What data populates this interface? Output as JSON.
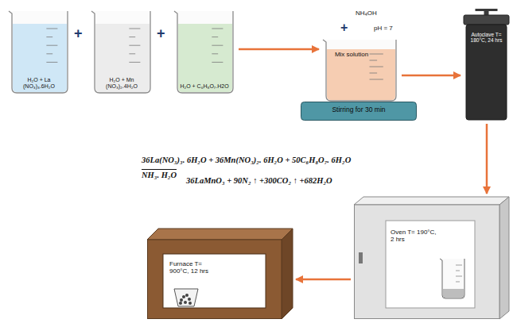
{
  "diagram": {
    "nodes": [
      {
        "text": [
          "H₂O + La (NO₃)₃.6H₂O"
        ]
      },
      {
        "text": [
          "H₂O + Mn (NO₃)₂.4H₂O"
        ]
      },
      {
        "text": [
          "H₂O + C₆H₈O₇.H2O"
        ]
      },
      {
        "text": [
          "Mix solution"
        ]
      },
      {
        "text": [
          "Stirring for 30 min"
        ]
      },
      {
        "text": [
          "Autoclave T= 180°C, 24 hrs"
        ]
      },
      {
        "text": [
          "Oven T= 190°C, 2 hrs"
        ]
      },
      {
        "text": [
          "Furnace T= 900°C, 12 hrs"
        ]
      }
    ],
    "edges": [
      {
        "from": 2,
        "to": 3,
        "arrow": "to"
      },
      {
        "from": 3,
        "to": 5,
        "arrow": "to"
      },
      {
        "from": 5,
        "to": 6,
        "arrow": "to"
      },
      {
        "from": 6,
        "to": 7,
        "arrow": "to"
      }
    ],
    "labels": [
      "+",
      "+",
      "NH₄OH",
      "+",
      "pH = 7",
      "36La(NO₃)₃. 6H₂O + 36Mn(NO₃)₂. 6H₂O + 50C₆H₈O₇. 6H₂O",
      "NH₃. H₂O",
      "36LaMnO₃ + 90N₂ ↑ +300CO₂ ↑ +682H₂O"
    ]
  }
}
